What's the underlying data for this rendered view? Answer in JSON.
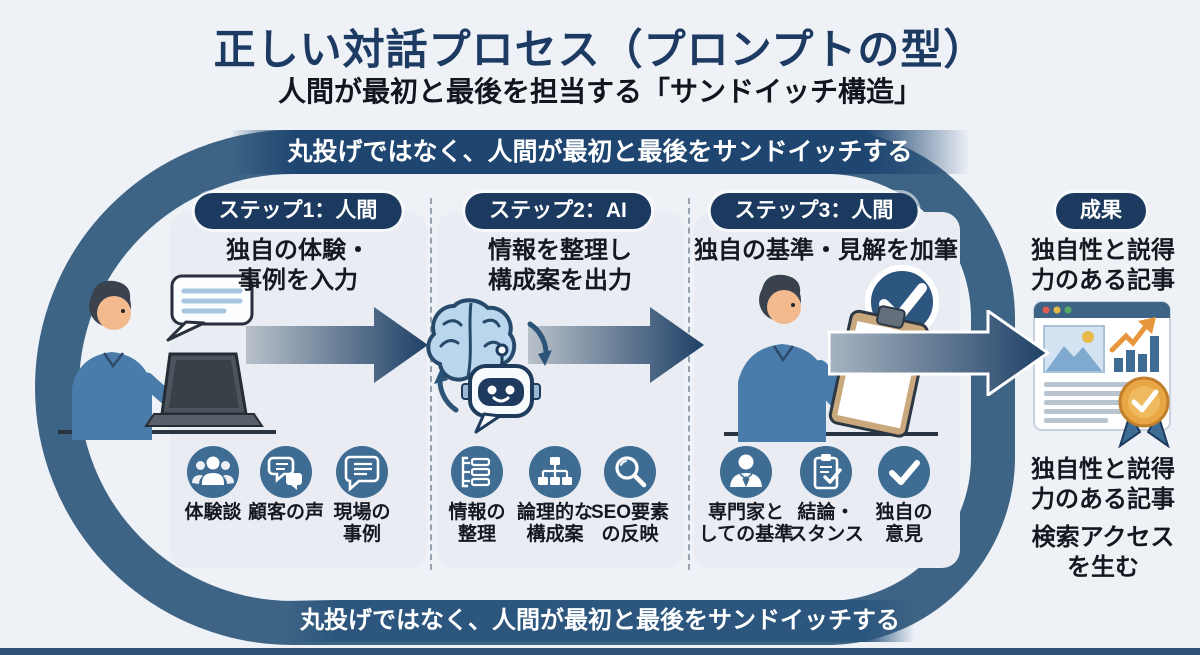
{
  "header": {
    "title": "正しい対話プロセス（プロンプトの型）",
    "subtitle": "人間が最初と最後を担当する「サンドイッチ構造」"
  },
  "banners": {
    "top": "丸投げではなく、人間が最初と最後をサンドイッチする",
    "bottom": "丸投げではなく、人間が最初と最後をサンドイッチする"
  },
  "steps": [
    {
      "badge": "ステップ1：人間",
      "title_lines": [
        "独自の体験・",
        "事例を入力"
      ],
      "illustration": "person-typing-laptop",
      "items": [
        {
          "icon": "users-icon",
          "label_lines": [
            "体験談"
          ]
        },
        {
          "icon": "speech-bubbles-icon",
          "label_lines": [
            "顧客の声"
          ]
        },
        {
          "icon": "document-bubble-icon",
          "label_lines": [
            "現場の",
            "事例"
          ]
        }
      ]
    },
    {
      "badge": "ステップ2：AI",
      "title_lines": [
        "情報を整理し",
        "構成案を出力"
      ],
      "illustration": "brain-robot",
      "items": [
        {
          "icon": "list-icon",
          "label_lines": [
            "情報の",
            "整理"
          ]
        },
        {
          "icon": "hierarchy-icon",
          "label_lines": [
            "論理的な",
            "構成案"
          ]
        },
        {
          "icon": "magnifier-icon",
          "label_lines": [
            "SEO要素",
            "の反映"
          ]
        }
      ]
    },
    {
      "badge": "ステップ3：人間",
      "title_lines": [
        "独自の基準・見解を加筆"
      ],
      "illustration": "person-clipboard-check",
      "items": [
        {
          "icon": "professional-icon",
          "label_lines": [
            "専門家と",
            "しての基準"
          ]
        },
        {
          "icon": "clipboard-check-icon",
          "label_lines": [
            "結論・",
            "スタンス"
          ]
        },
        {
          "icon": "check-icon",
          "label_lines": [
            "独自の",
            "意見"
          ]
        }
      ]
    }
  ],
  "result": {
    "badge": "成果",
    "illustration": "article-with-award",
    "texts": [
      [
        "独自性と説得",
        "力のある記事"
      ],
      [
        "独自性と説得",
        "力のある記事"
      ],
      [
        "検索アクセス",
        "を生む"
      ]
    ]
  },
  "colors": {
    "background": "#eef2f7",
    "title_navy": "#1d3a63",
    "ring_steel": "#3e6485",
    "band_navy": "#1f4671",
    "badge_navy": "#1c3a5f",
    "panel_gray": "#e9edf3",
    "icon_circle_blue": "#3e6c93",
    "arrow_gradient_start": "#b9c1ca",
    "arrow_gradient_end": "#1e4066",
    "award_orange": "#e8a744",
    "text_dark": "#15181e"
  }
}
